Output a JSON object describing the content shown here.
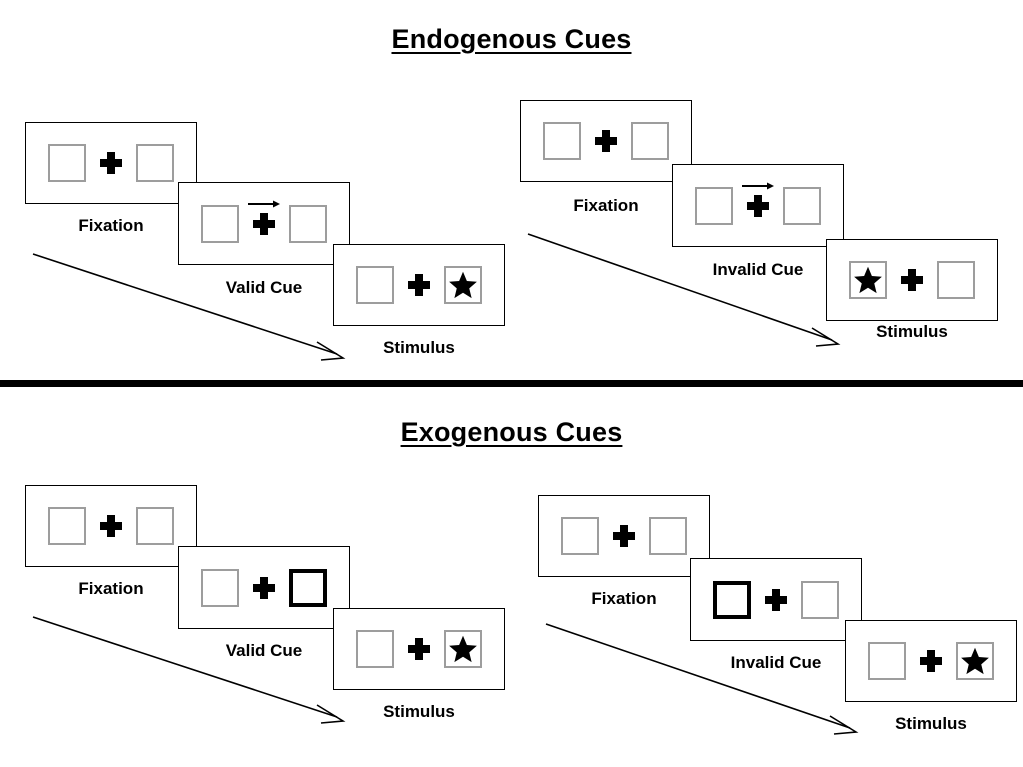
{
  "figure": {
    "title_endogenous": "Endogenous Cues",
    "title_exogenous": "Exogenous Cues",
    "colors": {
      "panel_border": "#000000",
      "box_border": "#9d9d9d",
      "cued_box_border": "#000000",
      "ink": "#000000",
      "background": "#ffffff"
    }
  },
  "sections": [
    {
      "id": "endogenous",
      "title": "Endogenous Cues",
      "streams": [
        {
          "id": "endogenous-valid",
          "condition": "valid",
          "frames": [
            {
              "caption": "Fixation",
              "left_box": "empty",
              "right_box": "empty",
              "cue": "none",
              "center": "fixation-cross"
            },
            {
              "caption": "Valid Cue",
              "left_box": "empty",
              "right_box": "empty",
              "cue": "arrow-right",
              "center": "fixation-cross"
            },
            {
              "caption": "Stimulus",
              "left_box": "empty",
              "right_box": "star",
              "cue": "none",
              "center": "fixation-cross"
            }
          ]
        },
        {
          "id": "endogenous-invalid",
          "condition": "invalid",
          "frames": [
            {
              "caption": "Fixation",
              "left_box": "empty",
              "right_box": "empty",
              "cue": "none",
              "center": "fixation-cross"
            },
            {
              "caption": "Invalid Cue",
              "left_box": "empty",
              "right_box": "empty",
              "cue": "arrow-right",
              "center": "fixation-cross"
            },
            {
              "caption": "Stimulus",
              "left_box": "star",
              "right_box": "empty",
              "cue": "none",
              "center": "fixation-cross"
            }
          ]
        }
      ]
    },
    {
      "id": "exogenous",
      "title": "Exogenous Cues",
      "streams": [
        {
          "id": "exogenous-valid",
          "condition": "valid",
          "frames": [
            {
              "caption": "Fixation",
              "left_box": "empty",
              "right_box": "empty",
              "cue": "none",
              "center": "fixation-cross"
            },
            {
              "caption": "Valid Cue",
              "left_box": "empty",
              "right_box": "highlighted",
              "cue": "none",
              "center": "fixation-cross"
            },
            {
              "caption": "Stimulus",
              "left_box": "empty",
              "right_box": "star",
              "cue": "none",
              "center": "fixation-cross"
            }
          ]
        },
        {
          "id": "exogenous-invalid",
          "condition": "invalid",
          "frames": [
            {
              "caption": "Fixation",
              "left_box": "empty",
              "right_box": "empty",
              "cue": "none",
              "center": "fixation-cross"
            },
            {
              "caption": "Invalid Cue",
              "left_box": "highlighted",
              "right_box": "empty",
              "cue": "none",
              "center": "fixation-cross"
            },
            {
              "caption": "Stimulus",
              "left_box": "empty",
              "right_box": "star",
              "cue": "none",
              "center": "fixation-cross"
            }
          ]
        }
      ]
    }
  ],
  "labels": {
    "endo_valid_f1": "Fixation",
    "endo_valid_f2": "Valid Cue",
    "endo_valid_f3": "Stimulus",
    "endo_invalid_f1": "Fixation",
    "endo_invalid_f2": "Invalid Cue",
    "endo_invalid_f3": "Stimulus",
    "exo_valid_f1": "Fixation",
    "exo_valid_f2": "Valid Cue",
    "exo_valid_f3": "Stimulus",
    "exo_invalid_f1": "Fixation",
    "exo_invalid_f2": "Invalid Cue",
    "exo_invalid_f3": "Stimulus"
  }
}
